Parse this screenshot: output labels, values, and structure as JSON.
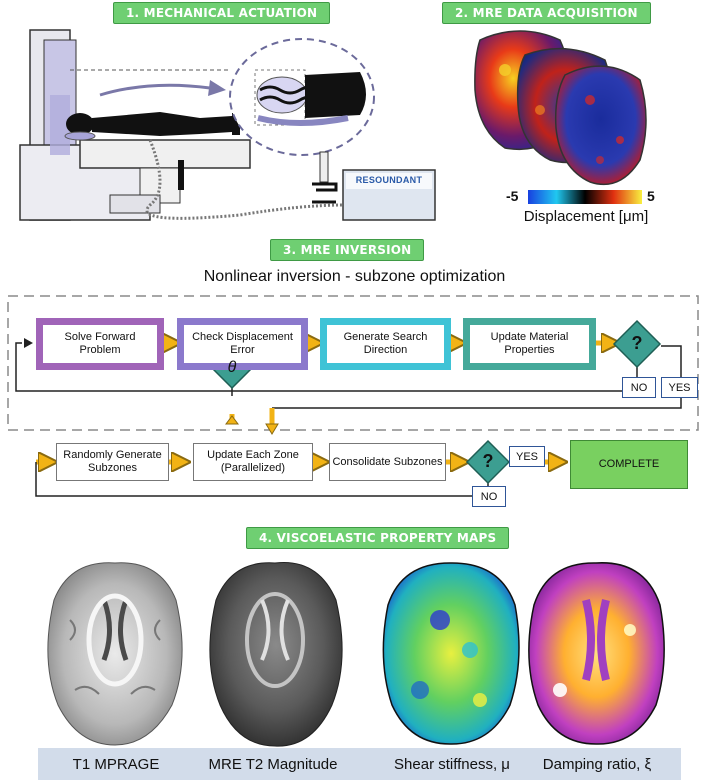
{
  "stages": {
    "s1": "1. MECHANICAL ACTUATION",
    "s2": "2. MRE DATA ACQUISITION",
    "s3": "3. MRE INVERSION",
    "s4": "4. VISCOELASTIC PROPERTY MAPS"
  },
  "hardware": {
    "brand": "RESOUNDANT"
  },
  "colorbar": {
    "min": "-5",
    "max": "5",
    "label": "Displacement [μm]"
  },
  "inversion": {
    "title": "Nonlinear inversion - subzone optimization",
    "loop1": [
      "Solve Forward Problem",
      "Check Displacement Error",
      "Generate Search Direction",
      "Update Material Properties"
    ],
    "loop2": [
      "Randomly Generate Subzones",
      "Update Each Zone (Parallelized)",
      "Consolidate Subzones"
    ],
    "decision": "?",
    "theta": "θ",
    "no": "NO",
    "yes": "YES",
    "complete": "COMPLETE"
  },
  "maps": [
    "T1 MPRAGE",
    "MRE T2 Magnitude",
    "Shear stiffness, μ",
    "Damping ratio, ξ"
  ],
  "colors": {
    "stage_green": "#6fcf72",
    "box_purple": "#a064b8",
    "box_violet": "#8b79cc",
    "box_cyan": "#3fc3d6",
    "box_teal": "#45a99a",
    "arrow_gold": "#f2b315",
    "decision_teal": "#3c9e91",
    "complete_green": "#79d060",
    "label_band": "#d2dcea"
  }
}
